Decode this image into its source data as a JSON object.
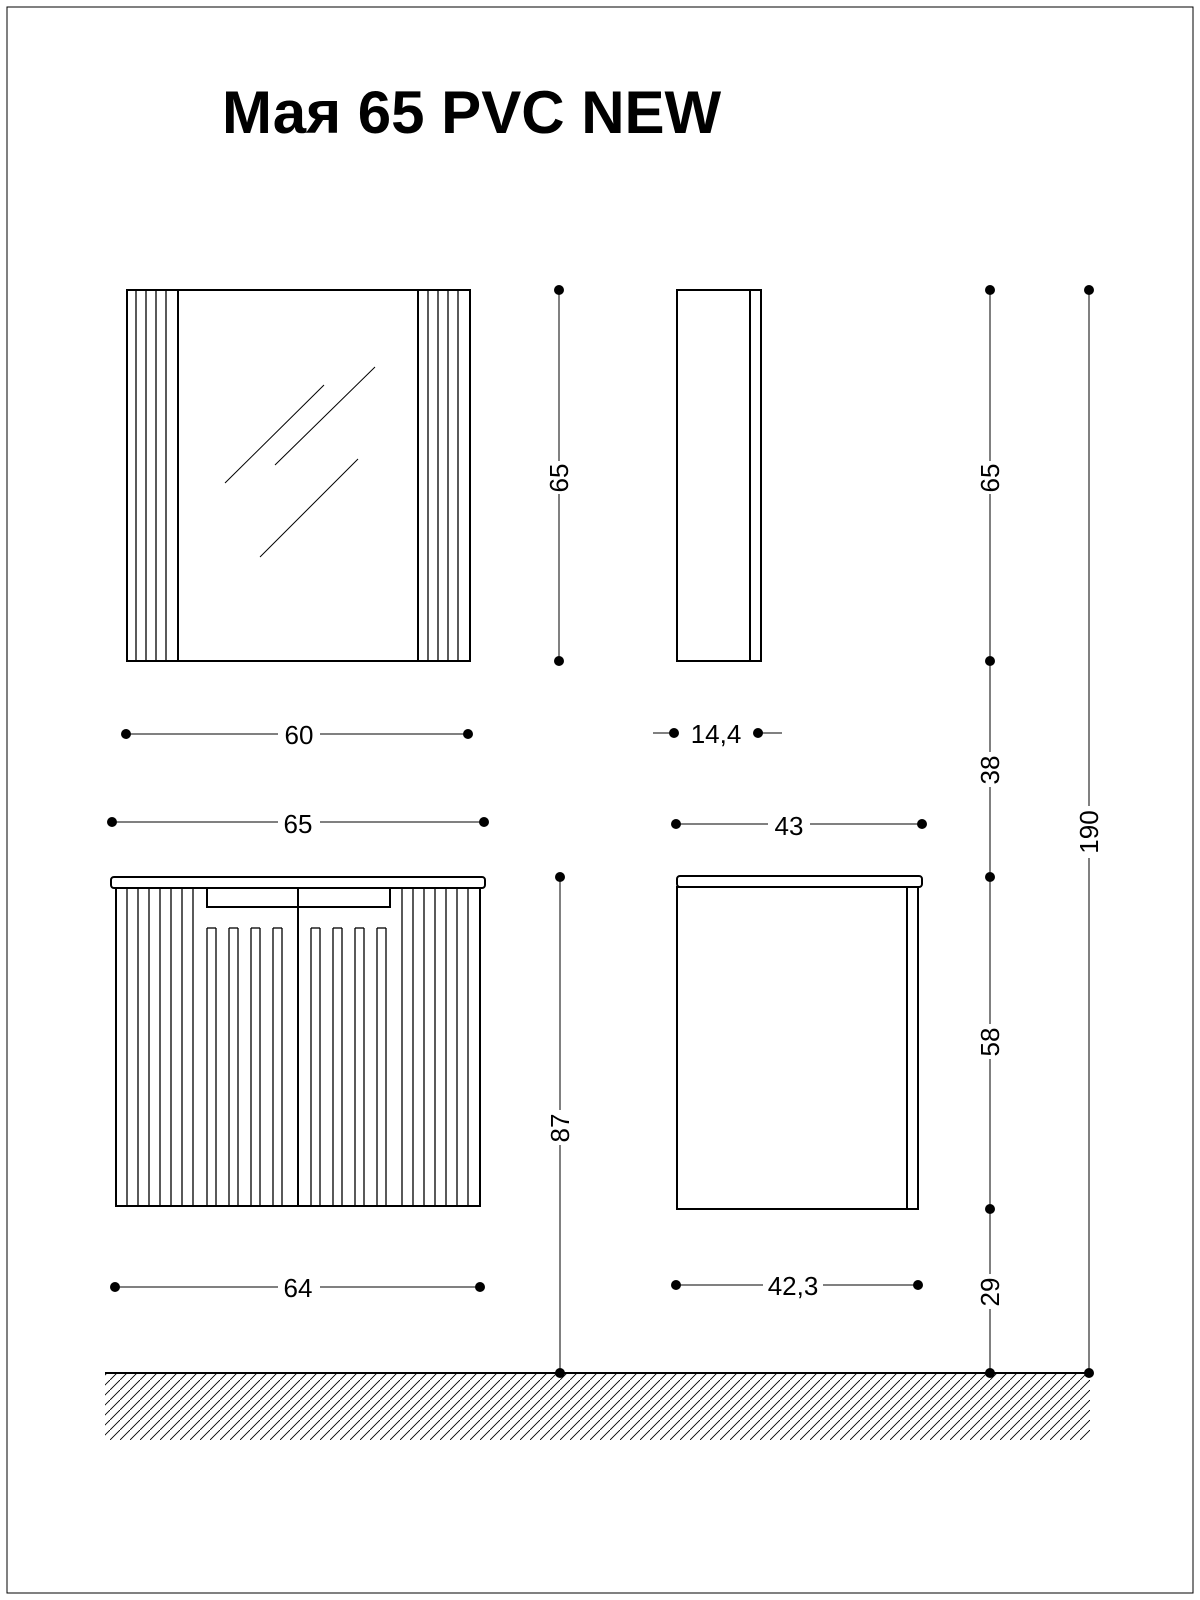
{
  "title": "Мая 65 PVC NEW",
  "dimensions": {
    "mirror_height": "65",
    "mirror_width": "60",
    "mirror_depth": "14,4",
    "vanity_top_width": "65",
    "vanity_top_depth": "43",
    "vanity_height": "87",
    "vanity_width": "64",
    "vanity_depth": "42,3",
    "side_mirror": "65",
    "side_gap": "38",
    "side_vanity": "58",
    "side_floor": "29",
    "total_height": "190"
  }
}
